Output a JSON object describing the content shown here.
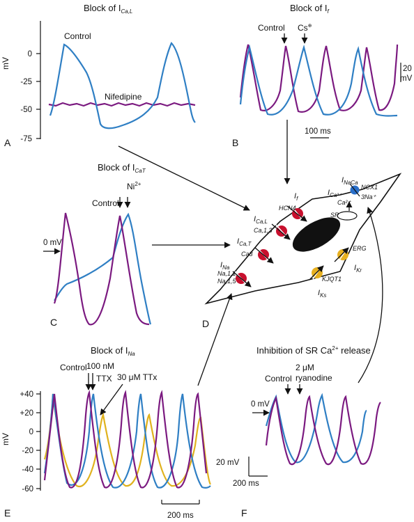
{
  "panelA": {
    "letter": "A",
    "title": "Block of I",
    "title_sub": "Ca,L",
    "y_unit": "mV",
    "ticks": [
      "0",
      "-25",
      "-50",
      "-75"
    ],
    "label_control": "Control",
    "label_drug": "Nifedipine"
  },
  "panelB": {
    "letter": "B",
    "title": "Block of I",
    "title_sub": "f",
    "label_control": "Control",
    "label_drug": "Cs",
    "label_drug_sup": "⊕",
    "scale_v": "20",
    "scale_v_unit": "mV",
    "scale_t": "100 ms"
  },
  "panelC": {
    "letter": "C",
    "title": "Block of I",
    "title_sub": "CaT",
    "label_control": "Control",
    "label_drug": "Ni",
    "label_drug_sup": "2+",
    "zero_label": "0 mV"
  },
  "panelD": {
    "letter": "D",
    "currents": {
      "ina": {
        "main": "I",
        "sub": "Na",
        "genes": [
          "Na,1,1",
          "Na,1,5"
        ]
      },
      "icat": {
        "main": "I",
        "sub": "Ca,T",
        "genes": [
          "Ca3"
        ]
      },
      "ical": {
        "main": "I",
        "sub": "Ca,L",
        "genes": [
          "Ca,1,3"
        ]
      },
      "if": {
        "main": "I",
        "sub": "f",
        "genes": [
          "HCN4"
        ]
      },
      "inaca": {
        "main": "I",
        "sub": "NaCa",
        "genes": [
          "NCX1"
        ]
      },
      "ica2": {
        "main": "I",
        "sub": "Ca²⁺"
      },
      "ikr": {
        "main": "I",
        "sub": "Kr",
        "genes": [
          "ERG"
        ]
      },
      "iks": {
        "main": "I",
        "sub": "Ks",
        "genes": [
          "KJQT1"
        ]
      }
    },
    "exchange_na": "3Na⁺",
    "exchange_ca": "Ca²⁺",
    "sr_label": "SR"
  },
  "panelE": {
    "letter": "E",
    "title": "Block of I",
    "title_sub": "Na",
    "y_unit": "mV",
    "ticks": [
      "+40",
      "+20",
      "0",
      "-20",
      "-40",
      "-60"
    ],
    "label_control": "Control",
    "label_ttx1": "100 nM",
    "label_ttx1b": "TTX",
    "label_ttx2": "30 μM TTx",
    "scale_t": "200 ms"
  },
  "panelF": {
    "letter": "F",
    "title": "Inhibition of SR Ca",
    "title_sup": "2+",
    "title_end": " release",
    "label_control": "Control",
    "label_drug": "2 μM",
    "label_drug2": "ryanodine",
    "zero_label": "0 mV",
    "scale_v": "20 mV",
    "scale_t": "200 ms"
  },
  "colors": {
    "control": "#2f7fc4",
    "drug": "#7b1a80",
    "third": "#e0b21e",
    "channel_red": "#c8102e",
    "channel_yellow": "#e7b020",
    "channel_blue": "#2a6fc9"
  }
}
